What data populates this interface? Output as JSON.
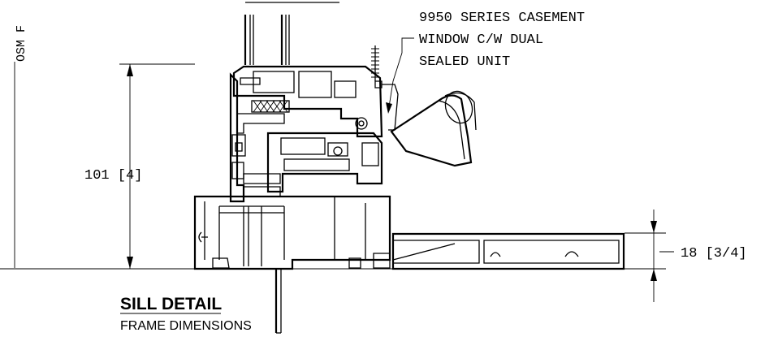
{
  "callout": {
    "line1": "9950 SERIES CASEMENT",
    "line2": "WINDOW C/W DUAL",
    "line3": "SEALED UNIT"
  },
  "dimensions": {
    "height_label": "101 [4]",
    "sill_label": "18 [3/4]"
  },
  "side_label": "OSM F",
  "title_block": {
    "title": "SILL DETAIL",
    "subtitle": "FRAME DIMENSIONS"
  }
}
